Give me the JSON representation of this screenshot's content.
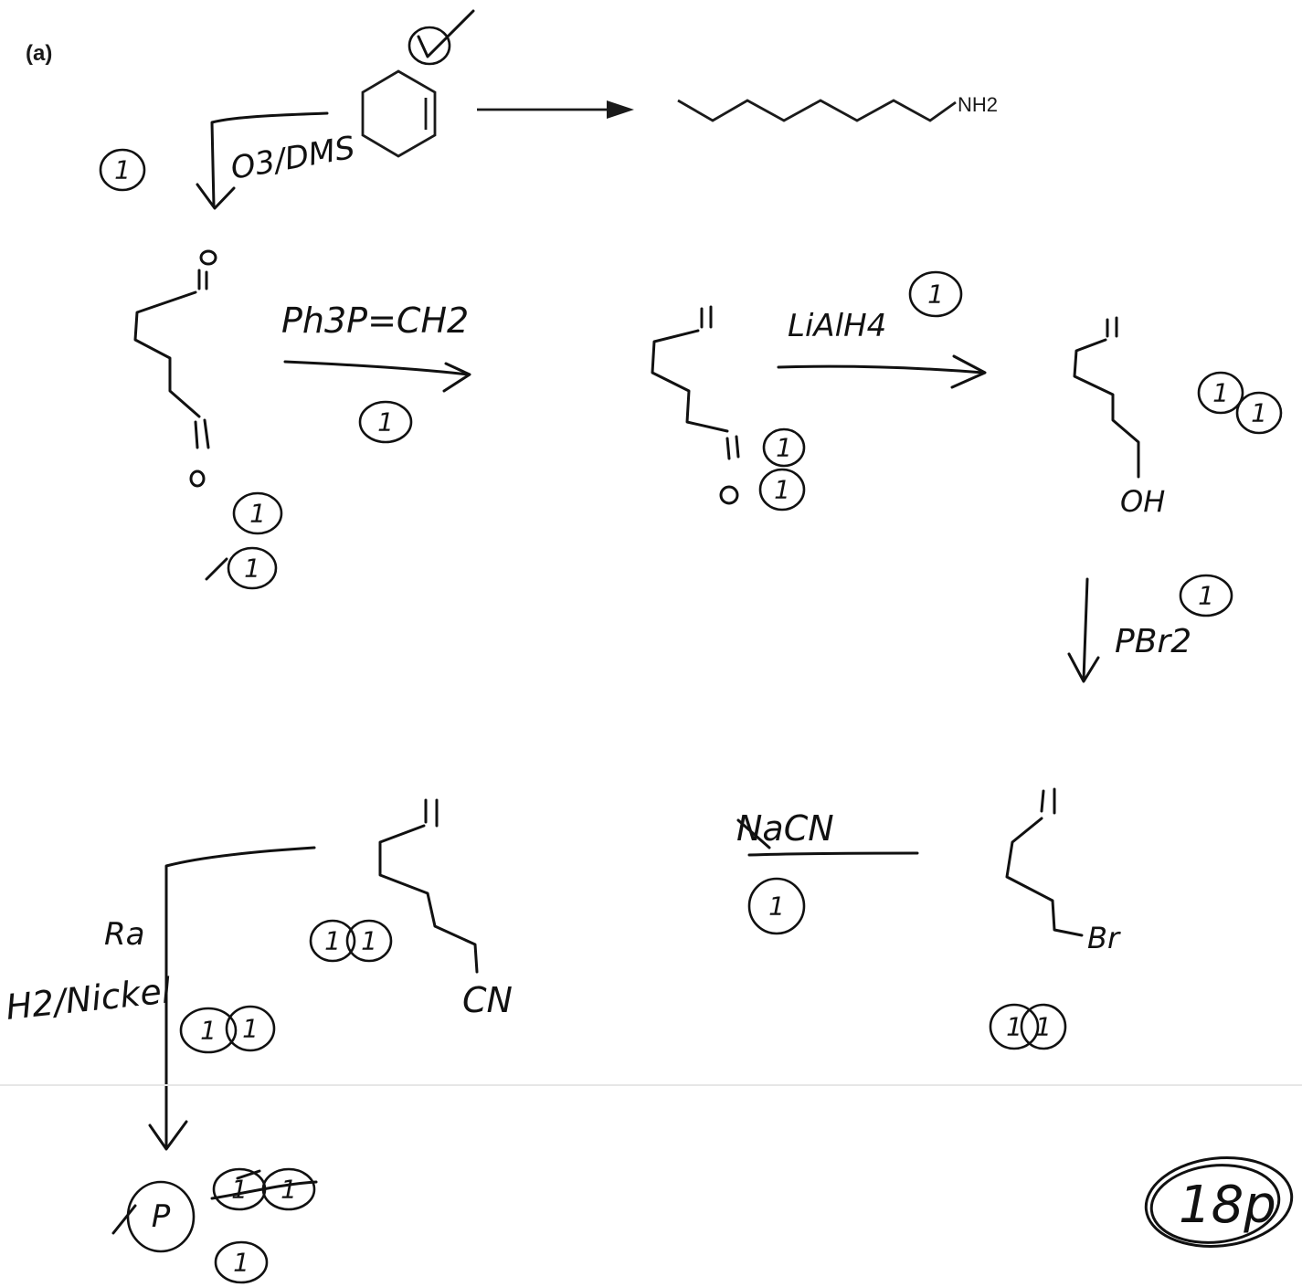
{
  "part_label": "(a)",
  "target": {
    "group": "NH2"
  },
  "intermediates": {
    "alcohol_group": "OH",
    "bromide_group": "Br",
    "nitrile_group": "CN"
  },
  "reagents": {
    "ozonolysis": "O3/DMS",
    "wittig": "Ph3P=CH2",
    "reduction": "LiAlH4",
    "bromination": "PBr2",
    "cyanide": "NaCN",
    "hydrogenation_top": "Ra",
    "hydrogenation": "H2/Nickel"
  },
  "grading": {
    "score_mark": "1",
    "product_mark": "P",
    "total": "18p"
  }
}
